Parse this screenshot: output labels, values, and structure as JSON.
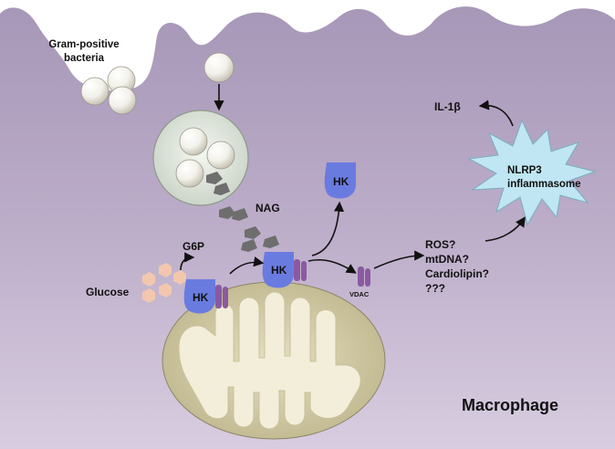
{
  "labels": {
    "gram_positive": "Gram-positive",
    "bacteria": "bacteria",
    "nag": "NAG",
    "g6p": "G6P",
    "glucose": "Glucose",
    "hk": "HK",
    "vdac": "VDAC",
    "il1b": "IL-1β",
    "nlrp3": "NLRP3",
    "inflammasome": "inflammasome",
    "ros": "ROS?",
    "mtdna": "mtDNA?",
    "cardiolipin": "Cardiolipin?",
    "unknown": "???",
    "macrophage": "Macrophage"
  },
  "colors": {
    "cell": "#b8a8c6",
    "hk": "#6a7be0",
    "vdac": "#8a5aa0",
    "inflammasome": "#bfe6f2",
    "nag": "#6e6e6e",
    "glucose": "#f2c7ad",
    "mito_outer": "#d6cfa6"
  }
}
